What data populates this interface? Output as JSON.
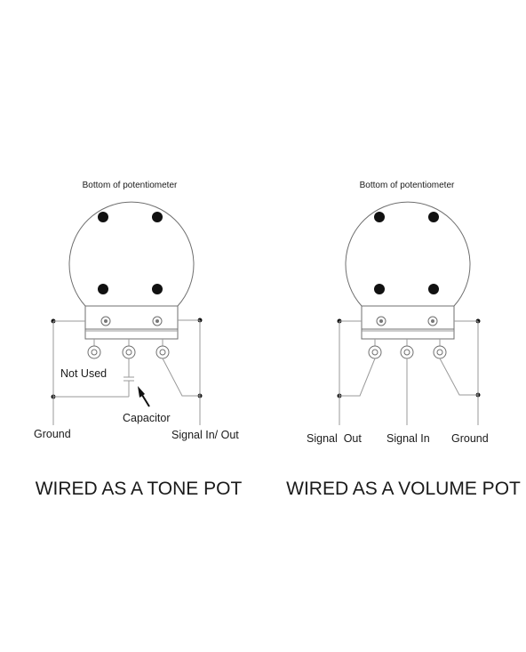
{
  "tone": {
    "header": "Bottom of potentiometer",
    "not_used": "Not Used",
    "capacitor": "Capacitor",
    "ground": "Ground",
    "signal": "Signal In/ Out",
    "title": "WIRED AS A TONE POT"
  },
  "volume": {
    "header": "Bottom of potentiometer",
    "signal_out": "Signal  Out",
    "signal_in": "Signal In",
    "ground": "Ground",
    "title": "WIRED AS A VOLUME POT"
  }
}
